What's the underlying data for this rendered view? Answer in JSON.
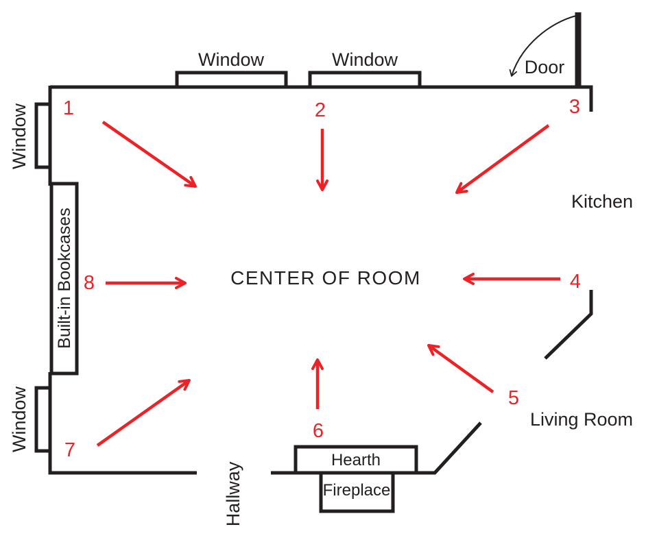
{
  "diagram": {
    "title": "CENTER OF ROOM",
    "rooms": {
      "kitchen": "Kitchen",
      "living_room": "Living Room",
      "hallway": "Hallway"
    },
    "features": {
      "window_top_left": "Window",
      "window_top_right": "Window",
      "window_side_upper": "Window",
      "window_side_lower": "Window",
      "door": "Door",
      "hearth": "Hearth",
      "fireplace": "Fireplace",
      "bookcases": "Built-in Bookcases"
    },
    "positions": [
      {
        "number": "1"
      },
      {
        "number": "2"
      },
      {
        "number": "3"
      },
      {
        "number": "4"
      },
      {
        "number": "5"
      },
      {
        "number": "6"
      },
      {
        "number": "7"
      },
      {
        "number": "8"
      }
    ],
    "colors": {
      "line": "#231f20",
      "arrow": "#ec2227",
      "background": "#ffffff"
    }
  }
}
